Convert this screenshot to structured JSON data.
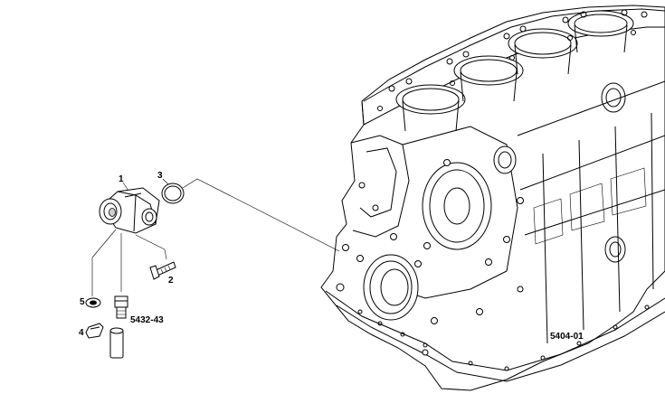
{
  "callouts": {
    "p1": "1",
    "p2": "2",
    "p3": "3",
    "p4": "4",
    "p5": "5",
    "ref_5432": "5432-43"
  },
  "drawing_id": "5404-01"
}
